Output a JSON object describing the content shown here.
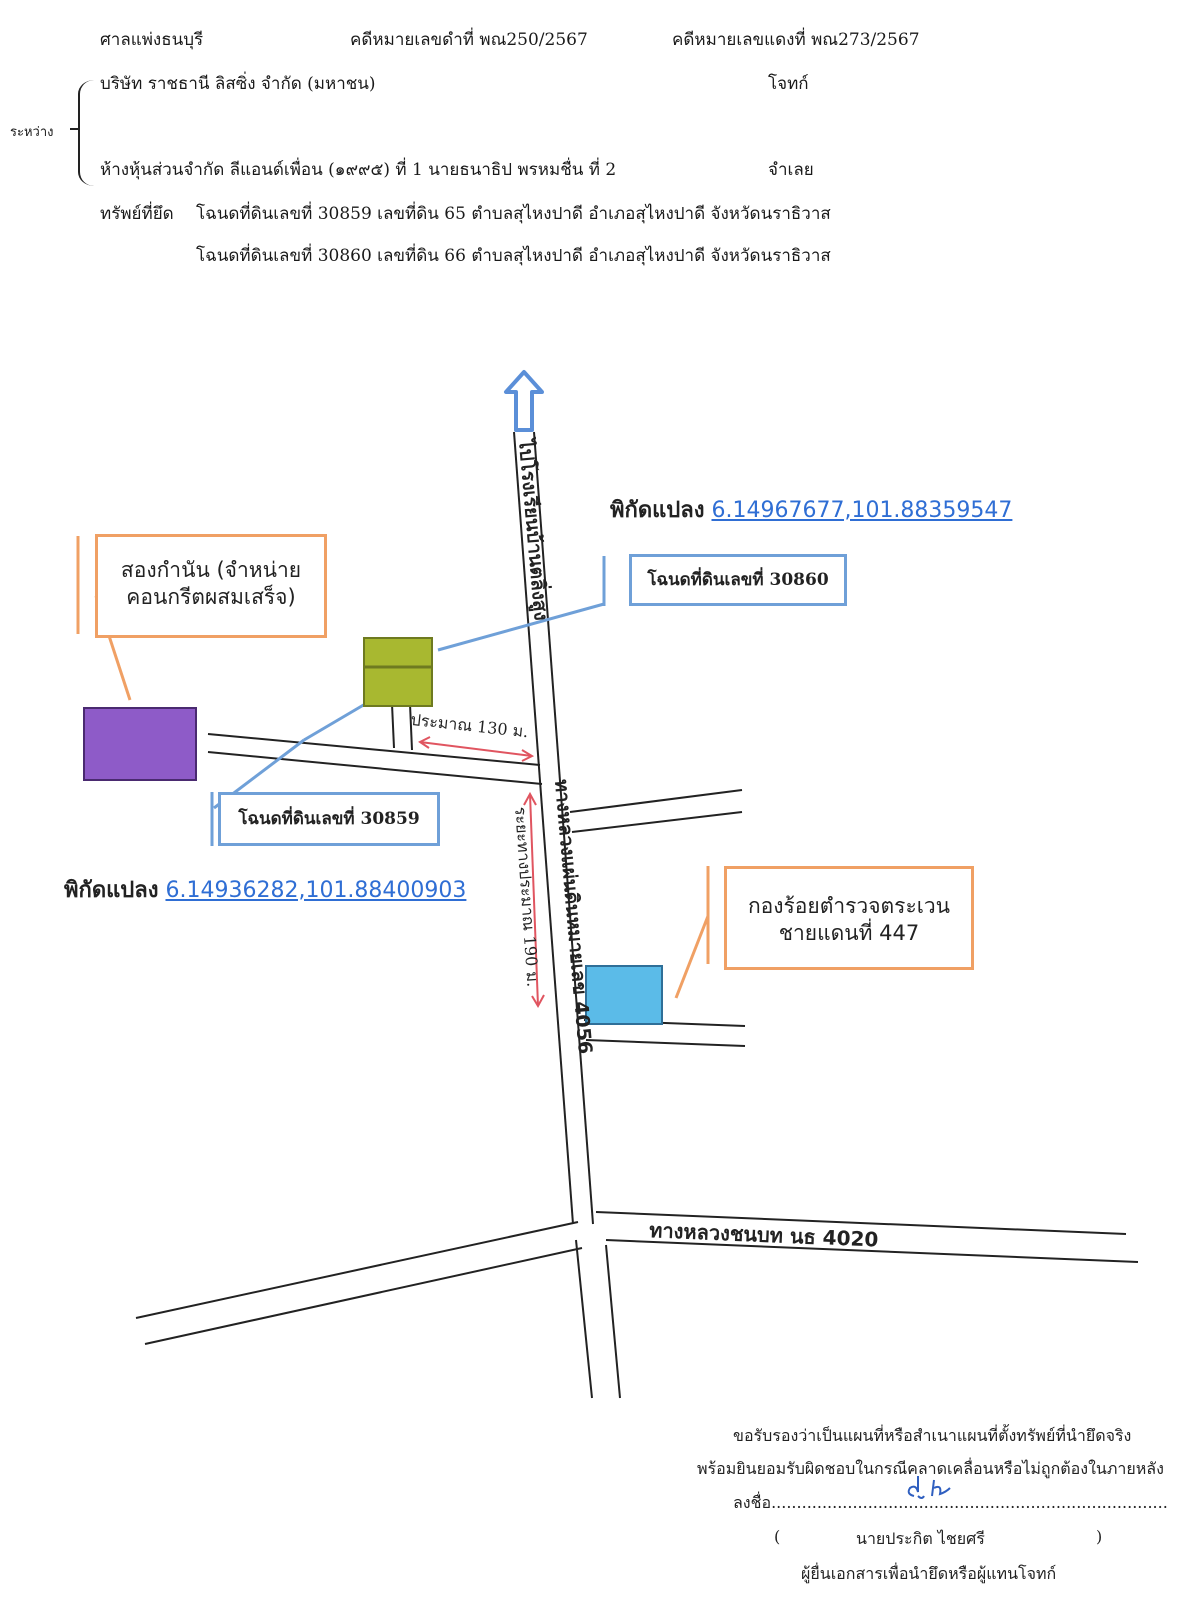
{
  "header": {
    "court": "ศาลแพ่งธนบุรี",
    "black_case_label": "คดีหมายเลขดำที่ พณ250/2567",
    "red_case_label": "คดีหมายเลขแดงที่ พณ273/2567",
    "between_label": "ระหว่าง",
    "plaintiff": "บริษัท ราชธานี ลิสซิ่ง จำกัด (มหาชน)",
    "plaintiff_role": "โจทก์",
    "defendant": "ห้างหุ้นส่วนจำกัด ลีแอนด์เพื่อน (๑๙๙๕) ที่ 1 นายธนาธิป พรหมชื่น ที่ 2",
    "defendant_role": "จำเลย",
    "seized_label": "ทรัพย์ที่ยึด",
    "property_1": "โฉนดที่ดินเลขที่ 30859 เลขที่ดิน 65 ตำบลสุไหงปาดี อำเภอสุไหงปาดี จังหวัดนราธิวาส",
    "property_2": "โฉนดที่ดินเลขที่ 30860 เลขที่ดิน 66 ตำบลสุไหงปาดี อำเภอสุไหงปาดี จังหวัดนราธิวาส"
  },
  "map": {
    "road_north_label": "ไปโรงเรียนบ้านตลิ่งสูง",
    "highway_4056_label": "ทางหลวงแผ่นดินหมายเลข 4056",
    "highway_4020_label": "ทางหลวงชนบท นธ 4020",
    "distance_130": "ประมาณ 130 ม.",
    "distance_190": "ระยะทางประมาณ 190 ม.",
    "landmark_shop": "สองกำนัน (จำหน่าย คอนกรีตผสมเสร็จ)",
    "landmark_police": "กองร้อยตำรวจตระเวน ชายแดนที่ 447",
    "plot_30860_label": "โฉนดที่ดินเลขที่ 30860",
    "plot_30859_label": "โฉนดที่ดินเลขที่ 30859",
    "coord_label": "พิกัดแปลง",
    "coord_30860": "6.14967677,101.88359547",
    "coord_30859": "6.14936282,101.88400903",
    "colors": {
      "shop_building": "#8e5bc8",
      "plot_building": "#a8b830",
      "police_building": "#5bbbe8",
      "orange_callout": "#f0a064",
      "blue_callout": "#6fa0d8",
      "distance_arrow": "#e05560",
      "north_arrow": "#5b8fd8"
    }
  },
  "footer": {
    "line1": "ขอรับรองว่าเป็นแผนที่หรือสำเนาแผนที่ตั้งทรัพย์ที่นำยึดจริง",
    "line2": "พร้อมยินยอมรับผิดชอบในกรณีคลาดเคลื่อนหรือไม่ถูกต้องในภายหลัง",
    "sign_label": "ลงชื่อ..............................................................................",
    "open_paren": "(",
    "signer": "นายประกิต ไชยศรี",
    "close_paren": ")",
    "signer_role": "ผู้ยื่นเอกสารเพื่อนำยึดหรือผู้แทนโจทก์"
  }
}
